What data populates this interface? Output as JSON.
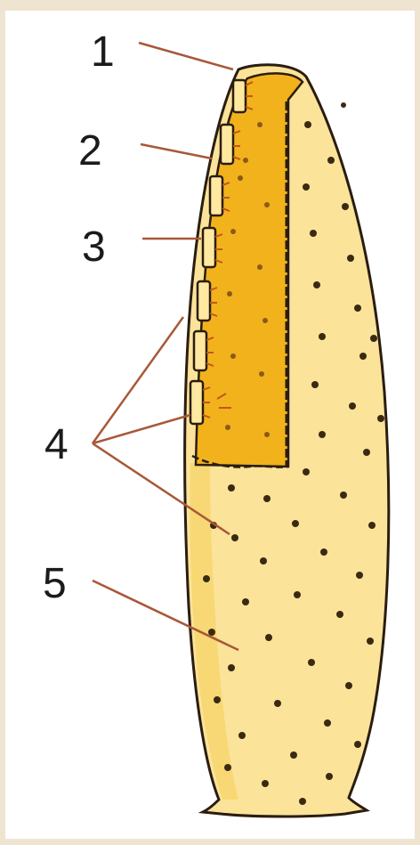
{
  "diagram": {
    "labels": [
      "1",
      "2",
      "3",
      "4",
      "5"
    ]
  },
  "colors": {
    "background": "#efe4cf",
    "panel": "#ffffff",
    "outer_fill": "#fbe39a",
    "inner_fill": "#f2b21c",
    "outline": "#2a1d10",
    "leader_line": "#a85838",
    "cell_mark": "#c0581e",
    "dots": "#3a2a12",
    "label_text": "#1b1b1b"
  }
}
